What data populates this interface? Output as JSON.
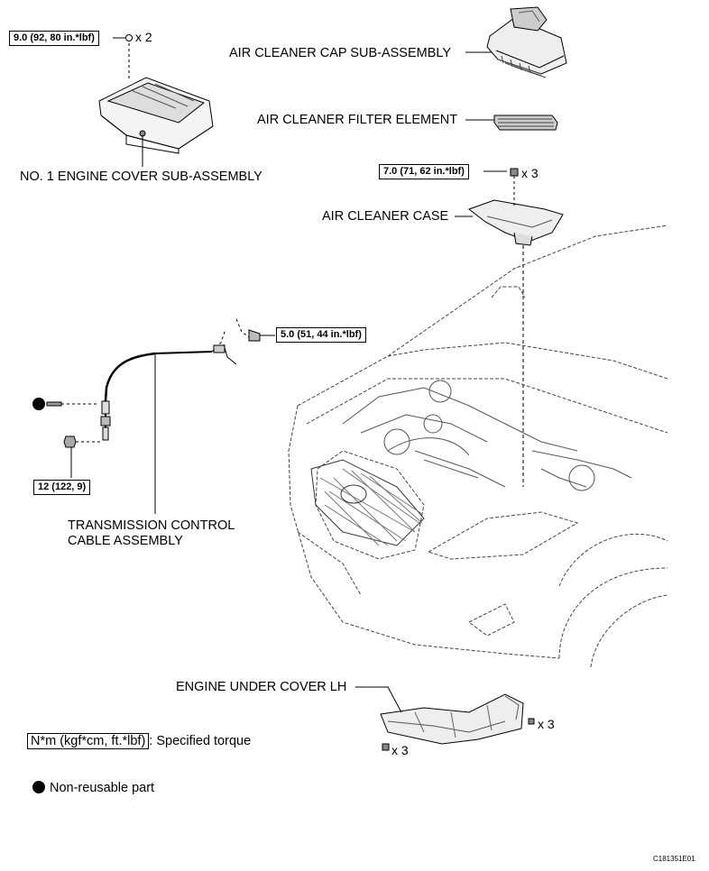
{
  "labels": {
    "air_cleaner_cap": "AIR CLEANER CAP SUB-ASSEMBLY",
    "air_cleaner_filter": "AIR CLEANER FILTER ELEMENT",
    "air_cleaner_case": "AIR CLEANER CASE",
    "engine_cover": "NO. 1 ENGINE COVER SUB-ASSEMBLY",
    "transmission_cable_line1": "TRANSMISSION CONTROL",
    "transmission_cable_line2": "CABLE ASSEMBLY",
    "engine_under_cover": "ENGINE UNDER COVER LH"
  },
  "torques": {
    "engine_cover_nut": "9.0 (92, 80 in.*lbf)",
    "air_cleaner_case_bolt": "7.0 (71, 62 in.*lbf)",
    "cable_bracket_nut": "5.0 (51, 44 in.*lbf)",
    "cable_end_nut": "12 (122, 9)"
  },
  "quantities": {
    "engine_cover_nut": "x 2",
    "air_cleaner_case_bolt": "x 3",
    "under_cover_right": "x 3",
    "under_cover_bottom": "x 3"
  },
  "legend": {
    "torque_box": "N*m (kgf*cm, ft.*lbf)",
    "torque_text": ": Specified torque",
    "nonreusable_text": "Non-reusable part"
  },
  "figure_code": "C181351E01",
  "colors": {
    "ink": "#000000",
    "dash": "#333333",
    "paper": "#ffffff"
  }
}
